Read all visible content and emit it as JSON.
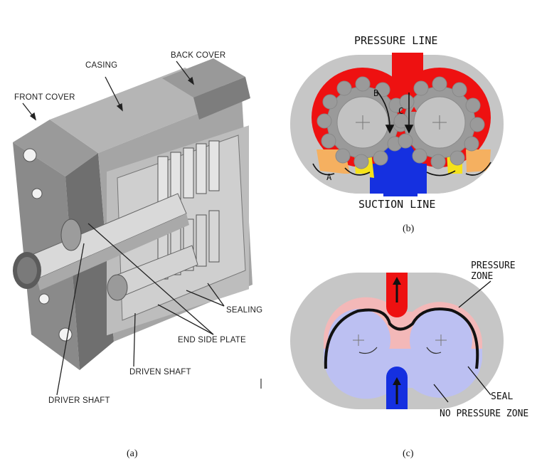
{
  "panel_a": {
    "labels": {
      "front_cover": "FRONT COVER",
      "casing": "CASING",
      "back_cover": "BACK COVER",
      "sealing": "SEALING",
      "end_side_plate": "END SIDE PLATE",
      "driven_shaft": "DRIVEN SHAFT",
      "driver_shaft": "DRIVER SHAFT"
    },
    "caption": "(a)"
  },
  "panel_b": {
    "pressure_line": "PRESSURE LINE",
    "suction_line": "SUCTION LINE",
    "marker_a": "A",
    "marker_b": "B",
    "marker_c": "C",
    "caption": "(b)"
  },
  "panel_c": {
    "pressure_zone": "PRESSURE ZONE",
    "seal": "SEAL",
    "no_pressure_zone": "NO PRESSURE ZONE",
    "caption": "(c)"
  },
  "colors": {
    "pressure_red": "#ee1111",
    "suction_blue": "#1530e0",
    "tooth_orange": "#f5b060",
    "tooth_yellow": "#f5e21a",
    "zone_pink": "#f3b8b8",
    "zone_lavender": "#bcc0f2",
    "casing_gray": "#c6c6c6"
  }
}
